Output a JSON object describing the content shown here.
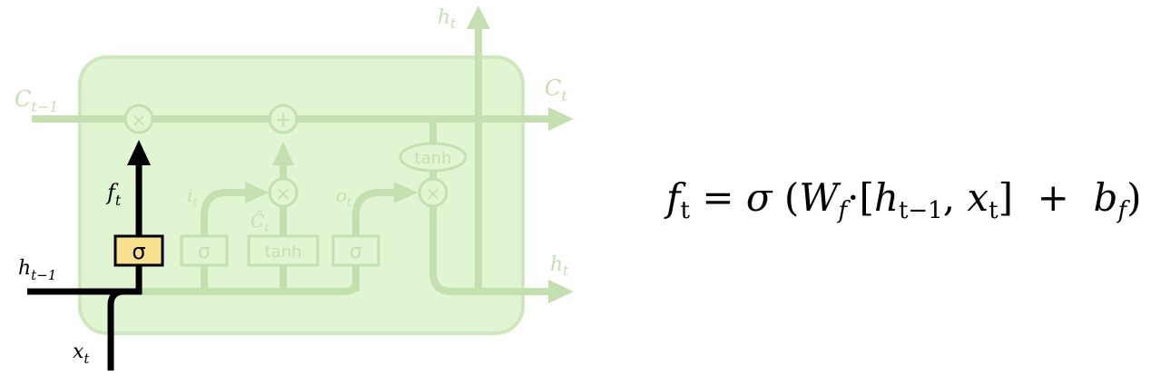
{
  "diagram": {
    "labels": {
      "c_prev": "C",
      "c_prev_sub": "t−1",
      "c_next": "C",
      "c_next_sub": "t",
      "h_top": "h",
      "h_top_sub": "t",
      "h_right": "h",
      "h_right_sub": "t",
      "h_prev": "h",
      "h_prev_sub": "t−1",
      "x_in": "x",
      "x_in_sub": "t",
      "f_gate": "f",
      "f_gate_sub": "t",
      "i_gate": "i",
      "i_gate_sub": "t",
      "o_gate": "o",
      "o_gate_sub": "t",
      "c_tilde": "C̃",
      "c_tilde_sub": "t"
    },
    "ops": {
      "multiply": "×",
      "add": "+",
      "tanh": "tanh"
    },
    "layers": {
      "forget": "σ",
      "input": "σ",
      "candidate": "tanh",
      "output": "σ"
    },
    "colors": {
      "cell_fill": "#e2f5d3",
      "cell_stroke": "#cfe7bd",
      "faded_line": "#c4dfb0",
      "highlight": "#000000",
      "forget_gate_fill": "#f8e18e"
    }
  },
  "equation": {
    "lhs": "f",
    "lhs_sub": "t",
    "eq": " = ",
    "sigma": "σ",
    "open": " (",
    "w": "W",
    "w_sub": "f",
    "dot": "·[",
    "h": "h",
    "h_sub": "t−1",
    "comma": ", ",
    "x": "x",
    "x_sub": "t",
    "close_br": "]",
    "plus": "  +  ",
    "b": "b",
    "b_sub": "f",
    "close": ")"
  }
}
